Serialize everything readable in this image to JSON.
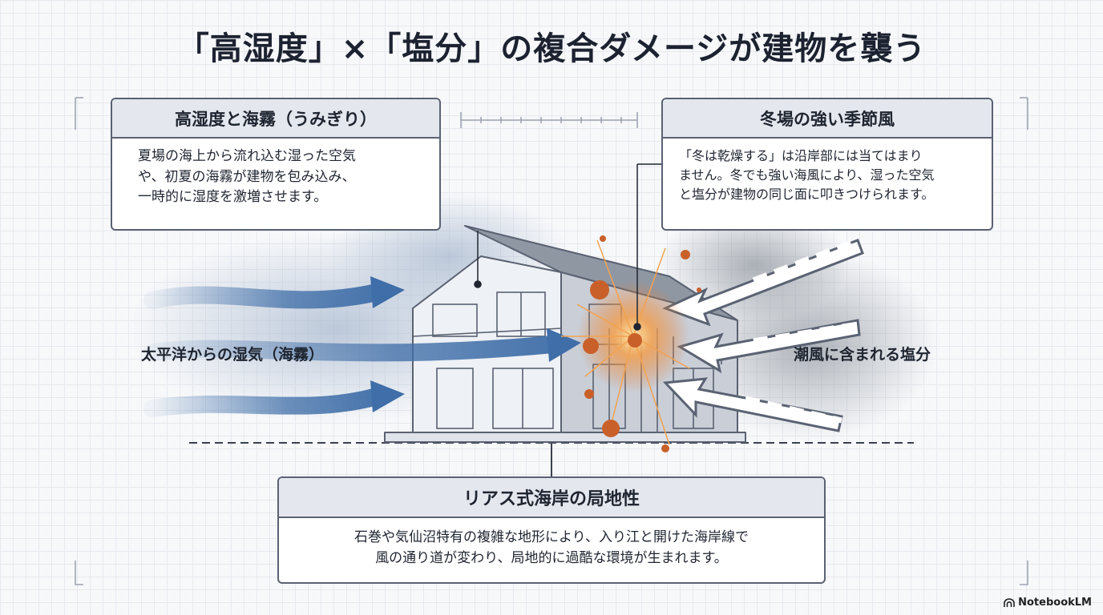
{
  "title": "「高湿度」×「塩分」の複合ダメージが建物を襲う",
  "box_humidity": {
    "heading": "高湿度と海霧（うみぎり）",
    "lines": [
      "夏場の海上から流れ込む湿った空気",
      "や、初夏の海霧が建物を包み込み、",
      "一時的に湿度を激増させます。"
    ]
  },
  "box_wind": {
    "heading": "冬場の強い季節風",
    "lines": [
      "「冬は乾燥する」は沿岸部には当てはまり",
      "ません。冬でも強い海風により、湿った空気",
      "と塩分が建物の同じ面に叩きつけられます。"
    ]
  },
  "box_ria": {
    "heading": "リアス式海岸の局地性",
    "lines": [
      "石巻や気仙沼特有の複雑な地形により、入り江と開けた海岸線で",
      "風の通り道が変わり、局地的に過酷な環境が生まれます。"
    ]
  },
  "labels": {
    "left": "太平洋からの湿気（海霧）",
    "right": "潮風に含まれる塩分"
  },
  "brand": "NotebookLM",
  "colors": {
    "moist_arrow": "#3f6ea8",
    "salt_arrow": "#ffffff",
    "impact": "#d9722e",
    "frame": "#5a6272"
  }
}
